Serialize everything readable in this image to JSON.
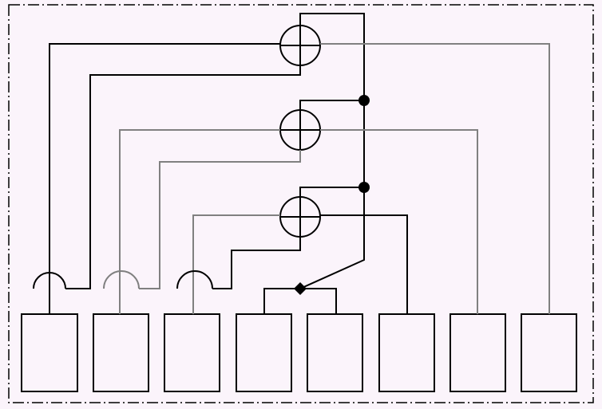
{
  "diagram": {
    "type": "wiring-schematic",
    "colors": {
      "background": "#fbf4fb",
      "primary_line": "#000000",
      "secondary_line": "#808080"
    },
    "terminal_block_count": 8,
    "circle_symbol_count": 3,
    "junction_dot_count": 3,
    "wire_crossover_count": 3
  }
}
